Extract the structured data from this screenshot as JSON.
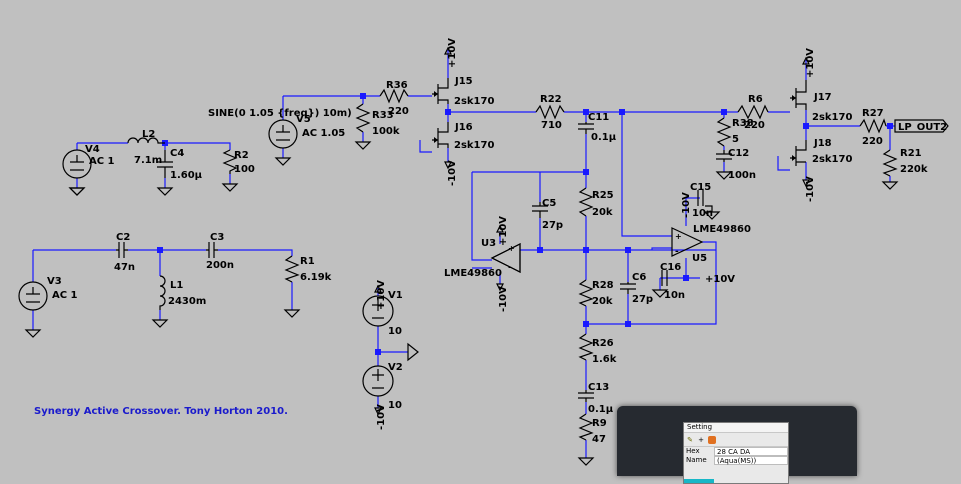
{
  "note": "Synergy Active Crossover. Tony Horton 2010.",
  "source": "SINE(0 1.05 {freq}) 10m)",
  "net_label": "LP_OUT2",
  "components": {
    "V4": {
      "ref": "V4",
      "val": "AC 1"
    },
    "L2": {
      "ref": "L2",
      "val": "7.1m"
    },
    "C4": {
      "ref": "C4",
      "val": "1.60µ"
    },
    "R2": {
      "ref": "R2",
      "val": "100"
    },
    "V5": {
      "ref": "V5",
      "val": "AC 1.05"
    },
    "R36": {
      "ref": "R36",
      "val": "220"
    },
    "R33": {
      "ref": "R33",
      "val": "100k"
    },
    "J15": {
      "ref": "J15",
      "val": "2sk170"
    },
    "J16": {
      "ref": "J16",
      "val": "2sk170"
    },
    "R22": {
      "ref": "R22",
      "val": "710"
    },
    "C11": {
      "ref": "C11",
      "val": "0.1µ"
    },
    "R38": {
      "ref": "R38",
      "val": "5"
    },
    "C12": {
      "ref": "C12",
      "val": "100n"
    },
    "R6": {
      "ref": "R6",
      "val": "220"
    },
    "J17": {
      "ref": "J17",
      "val": "2sk170"
    },
    "J18": {
      "ref": "J18",
      "val": "2sk170"
    },
    "R27": {
      "ref": "R27",
      "val": "220"
    },
    "R21": {
      "ref": "R21",
      "val": "220k"
    },
    "C15": {
      "ref": "C15",
      "val": "10n"
    },
    "U5": {
      "ref": "U5",
      "val": "LME49860"
    },
    "C5": {
      "ref": "C5",
      "val": "27p"
    },
    "R25": {
      "ref": "R25",
      "val": "20k"
    },
    "U3": {
      "ref": "U3",
      "val": "LME49860"
    },
    "C6": {
      "ref": "C6",
      "val": "27p"
    },
    "C16": {
      "ref": "C16",
      "val": "10n"
    },
    "R28": {
      "ref": "R28",
      "val": "20k"
    },
    "R26": {
      "ref": "R26",
      "val": "1.6k"
    },
    "C13": {
      "ref": "C13",
      "val": "0.1µ"
    },
    "R9": {
      "ref": "R9",
      "val": "47"
    },
    "V3": {
      "ref": "V3",
      "val": "AC 1"
    },
    "C2": {
      "ref": "C2",
      "val": "47n"
    },
    "L1": {
      "ref": "L1",
      "val": "2430m"
    },
    "C3": {
      "ref": "C3",
      "val": "200n"
    },
    "R1": {
      "ref": "R1",
      "val": "6.19k"
    },
    "V1": {
      "ref": "V1",
      "val": "10"
    },
    "V2": {
      "ref": "V2",
      "val": "10"
    }
  },
  "supplies": {
    "pos": "+10V",
    "neg": "-10V"
  },
  "popup": {
    "title": "Setting",
    "hex_label": "Hex",
    "hex_value": "28 CA DA",
    "name_label": "Name",
    "name_value": "(Aqua(MS))"
  },
  "colors": {
    "background": "#c0c0c0",
    "wire": "#1a1aff",
    "component": "#000000",
    "note": "#1a1acc"
  }
}
